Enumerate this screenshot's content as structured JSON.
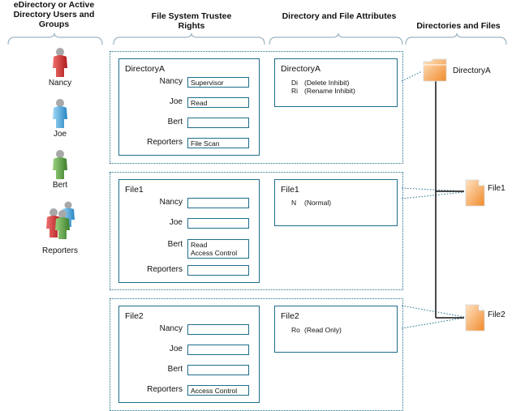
{
  "headers": {
    "users": "eDirectory or Active Directory Users and Groups",
    "rights": "File System Trustee Rights",
    "attributes": "Directory and File Attributes",
    "tree": "Directories and Files"
  },
  "users": [
    {
      "name": "Nancy",
      "color": "#d9322f"
    },
    {
      "name": "Joe",
      "color": "#3f9fd8"
    },
    {
      "name": "Bert",
      "color": "#4f9a3f"
    },
    {
      "name": "Reporters",
      "colors": [
        "#d9322f",
        "#3f9fd8",
        "#4f9a3f"
      ]
    }
  ],
  "blocks": [
    {
      "title": "DirectoryA",
      "rights": [
        {
          "label": "Nancy",
          "value": "Supervisor"
        },
        {
          "label": "Joe",
          "value": "Read"
        },
        {
          "label": "Bert",
          "value": ""
        },
        {
          "label": "Reporters",
          "value": "File Scan"
        }
      ],
      "attr_title": "DirectoryA",
      "attributes": [
        {
          "code": "Di",
          "desc": "(Delete Inhibit)"
        },
        {
          "code": "Ri",
          "desc": "(Rename Inhibit)"
        }
      ]
    },
    {
      "title": "File1",
      "rights": [
        {
          "label": "Nancy",
          "value": ""
        },
        {
          "label": "Joe",
          "value": ""
        },
        {
          "label": "Bert",
          "value": "Read",
          "value2": "Access Control"
        },
        {
          "label": "Reporters",
          "value": ""
        }
      ],
      "attr_title": "File1",
      "attributes": [
        {
          "code": "N",
          "desc": "(Normal)"
        }
      ]
    },
    {
      "title": "File2",
      "rights": [
        {
          "label": "Nancy",
          "value": ""
        },
        {
          "label": "Joe",
          "value": ""
        },
        {
          "label": "Bert",
          "value": ""
        },
        {
          "label": "Reporters",
          "value": "Access Control"
        }
      ],
      "attr_title": "File2",
      "attributes": [
        {
          "code": "Ro",
          "desc": "(Read Only)"
        }
      ]
    }
  ],
  "tree": {
    "items": [
      {
        "name": "DirectoryA",
        "icon": "folder-icon"
      },
      {
        "name": "File1",
        "icon": "file-icon"
      },
      {
        "name": "File2",
        "icon": "file-icon"
      }
    ],
    "accent": "#f08a2c"
  }
}
